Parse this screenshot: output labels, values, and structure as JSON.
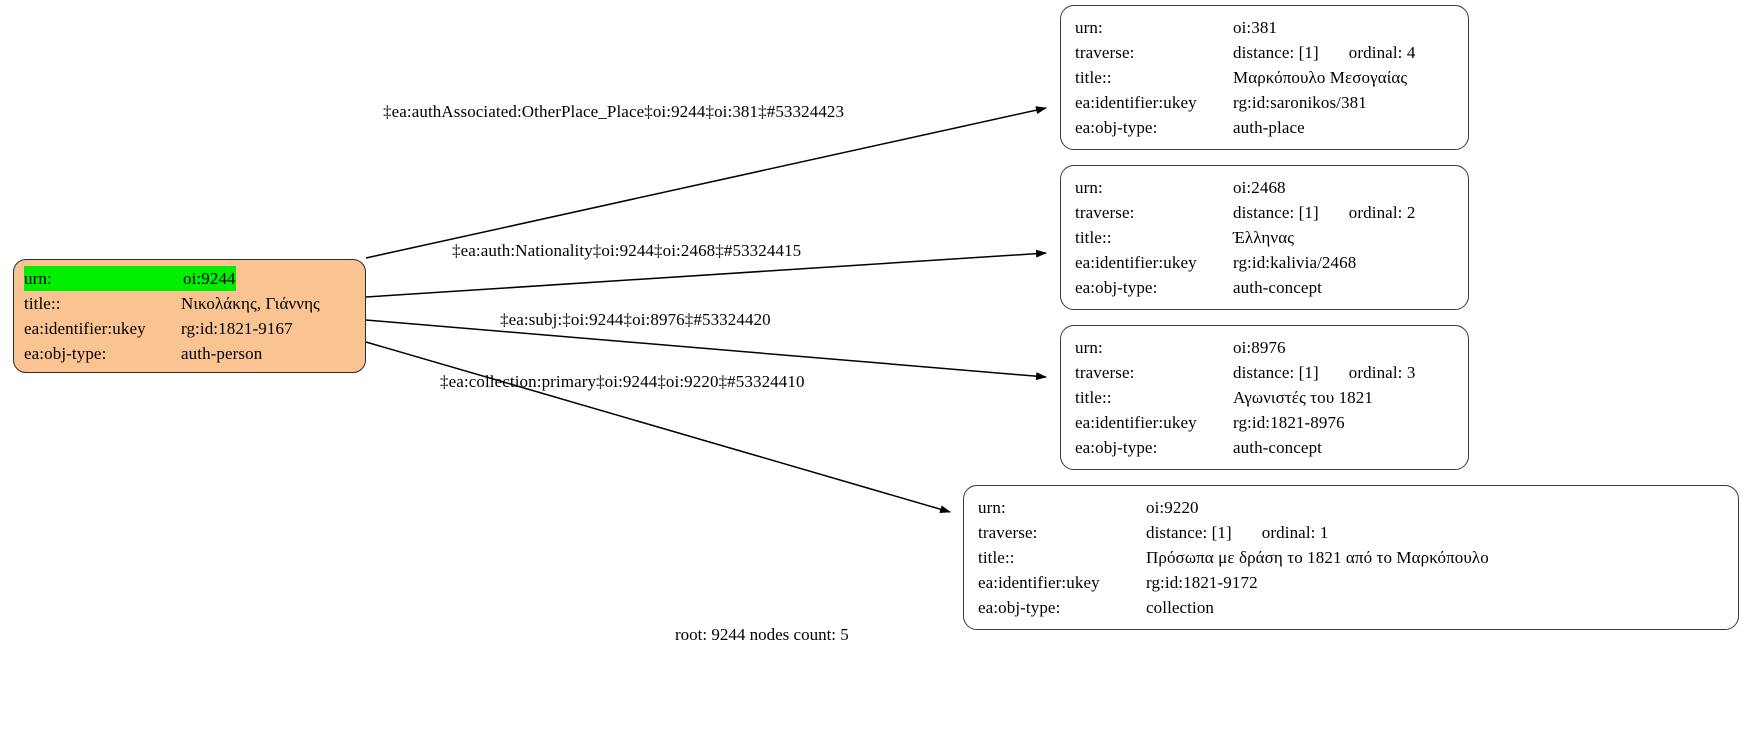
{
  "graph": {
    "caption": "root: 9244 nodes count: 5",
    "root_node": {
      "id": "root",
      "rows": [
        {
          "key": "urn:",
          "value": "oi:9244",
          "highlight": true
        },
        {
          "key": "title::",
          "value": "Νικολάκης, Γιάννης",
          "highlight": false
        },
        {
          "key": "ea:identifier:ukey",
          "value": "rg:id:1821-9167",
          "highlight": false
        },
        {
          "key": "ea:obj-type:",
          "value": "auth-person",
          "highlight": false
        }
      ],
      "fill_color": "#fac392",
      "highlight_color": "#00ee00"
    },
    "target_nodes": [
      {
        "id": "oi381",
        "rows": [
          {
            "key": "urn:",
            "value": "oi:381"
          },
          {
            "key": "traverse:",
            "value": "distance: [1]",
            "value2": "ordinal: 4"
          },
          {
            "key": "title::",
            "value": "Μαρκόπουλο Μεσογαίας"
          },
          {
            "key": "ea:identifier:ukey",
            "value": "rg:id:saronikos/381"
          },
          {
            "key": "ea:obj-type:",
            "value": "auth-place"
          }
        ]
      },
      {
        "id": "oi2468",
        "rows": [
          {
            "key": "urn:",
            "value": "oi:2468"
          },
          {
            "key": "traverse:",
            "value": "distance: [1]",
            "value2": "ordinal: 2"
          },
          {
            "key": "title::",
            "value": "Έλληνας"
          },
          {
            "key": "ea:identifier:ukey",
            "value": "rg:id:kalivia/2468"
          },
          {
            "key": "ea:obj-type:",
            "value": "auth-concept"
          }
        ]
      },
      {
        "id": "oi8976",
        "rows": [
          {
            "key": "urn:",
            "value": "oi:8976"
          },
          {
            "key": "traverse:",
            "value": "distance: [1]",
            "value2": "ordinal: 3"
          },
          {
            "key": "title::",
            "value": "Αγωνιστές του 1821"
          },
          {
            "key": "ea:identifier:ukey",
            "value": "rg:id:1821-8976"
          },
          {
            "key": "ea:obj-type:",
            "value": "auth-concept"
          }
        ]
      },
      {
        "id": "oi9220",
        "rows": [
          {
            "key": "urn:",
            "value": "oi:9220"
          },
          {
            "key": "traverse:",
            "value": "distance: [1]",
            "value2": "ordinal: 1"
          },
          {
            "key": "title::",
            "value": "Πρόσωπα με δράση το 1821 από το Μαρκόπουλο"
          },
          {
            "key": "ea:identifier:ukey",
            "value": "rg:id:1821-9172"
          },
          {
            "key": "ea:obj-type:",
            "value": "collection"
          }
        ]
      }
    ],
    "edges": [
      {
        "label": "‡ea:authAssociated:OtherPlace_Place‡oi:9244‡oi:381‡#53324423"
      },
      {
        "label": "‡ea:auth:Nationality‡oi:9244‡oi:2468‡#53324415"
      },
      {
        "label": "‡ea:subj:‡oi:9244‡oi:8976‡#53324420"
      },
      {
        "label": "‡ea:collection:primary‡oi:9244‡oi:9220‡#53324410"
      }
    ]
  }
}
